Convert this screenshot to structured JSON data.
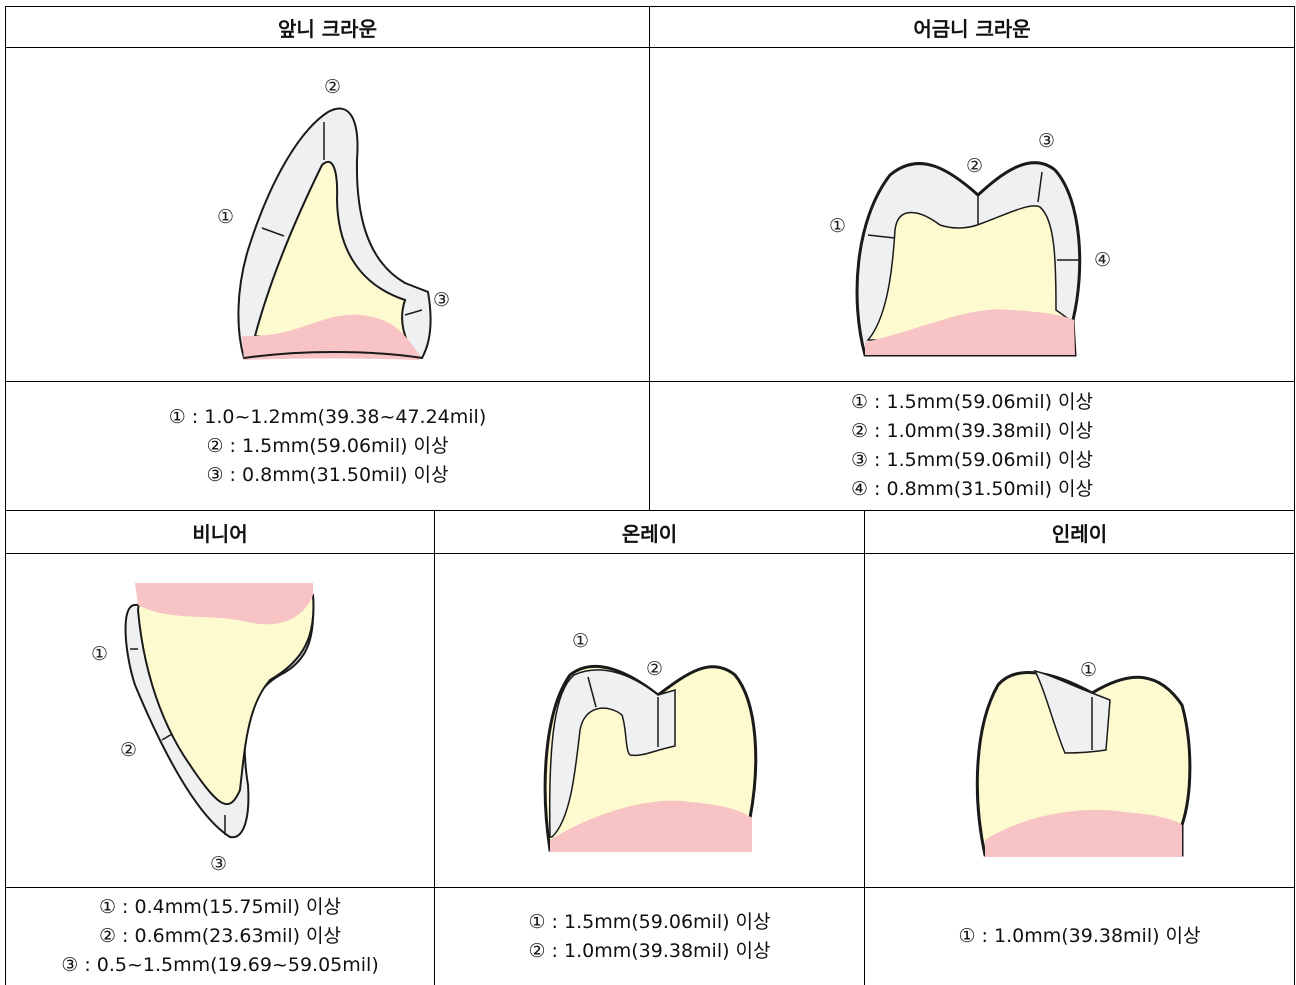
{
  "colors": {
    "enamel": "#fefad0",
    "gum": "#f8c3c4",
    "restoration": "#eff0f2",
    "outline": "#1a1a1a"
  },
  "sections": {
    "anterior_crown": {
      "title": "앞니 크라운",
      "specs": [
        "① : 1.0~1.2mm(39.38~47.24mil)",
        "② : 1.5mm(59.06mil) 이상",
        "③ : 0.8mm(31.50mil) 이상"
      ],
      "markers": [
        "①",
        "②",
        "③"
      ]
    },
    "posterior_crown": {
      "title": "어금니 크라운",
      "specs": [
        "① : 1.5mm(59.06mil) 이상",
        "② : 1.0mm(39.38mil) 이상",
        "③ : 1.5mm(59.06mil) 이상",
        "④ : 0.8mm(31.50mil) 이상"
      ],
      "markers": [
        "①",
        "②",
        "③",
        "④"
      ]
    },
    "veneer": {
      "title": "비니어",
      "specs": [
        "① : 0.4mm(15.75mil) 이상",
        "② : 0.6mm(23.63mil) 이상",
        "③ : 0.5~1.5mm(19.69~59.05mil)"
      ],
      "markers": [
        "①",
        "②",
        "③"
      ]
    },
    "onlay": {
      "title": "온레이",
      "specs": [
        "① : 1.5mm(59.06mil) 이상",
        "② : 1.0mm(39.38mil) 이상"
      ],
      "markers": [
        "①",
        "②"
      ]
    },
    "inlay": {
      "title": "인레이",
      "specs": [
        "① : 1.0mm(39.38mil) 이상"
      ],
      "markers": [
        "①"
      ]
    }
  }
}
